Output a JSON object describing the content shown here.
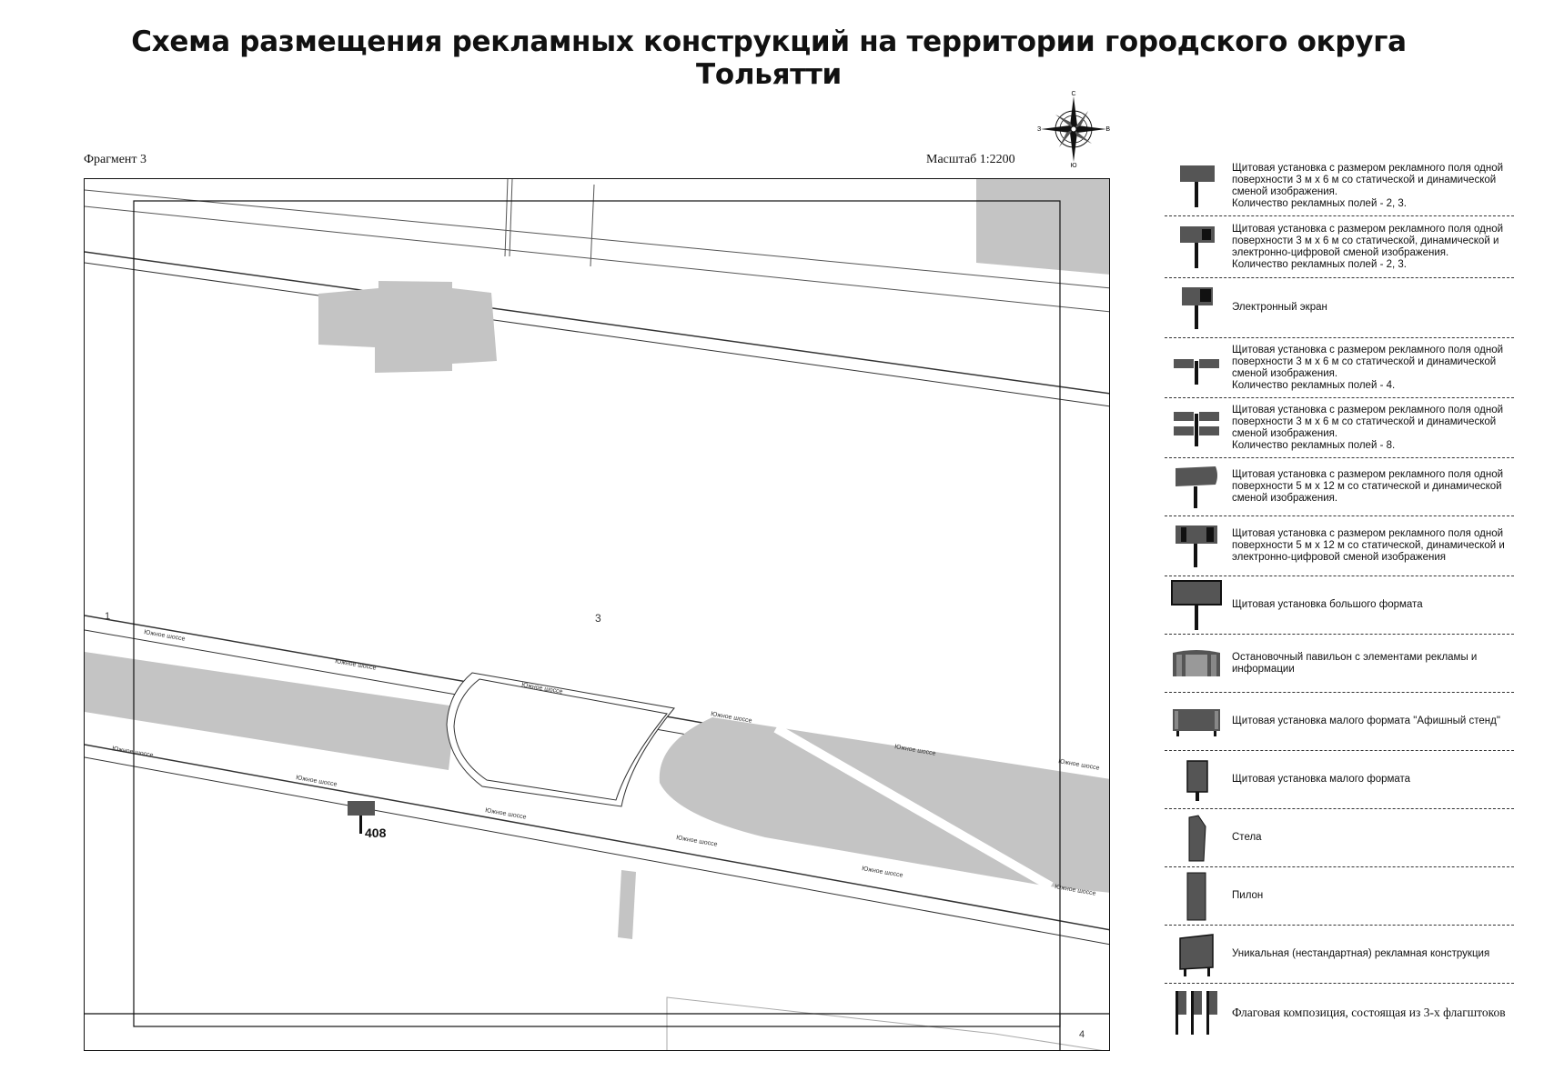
{
  "page": {
    "title": "Схема размещения рекламных конструкций на территории городского округа Тольятти",
    "fragment_label": "Фрагмент 3",
    "scale_label": "Масштаб 1:2200"
  },
  "compass": {
    "north": "С",
    "south": "Ю",
    "west": "З",
    "east": "В"
  },
  "map": {
    "parcel_labels": [
      "1",
      "3",
      "4"
    ],
    "road_name": "Южное шоссе",
    "marker": {
      "number": "408",
      "type": "billboard-3x6"
    },
    "colors": {
      "fill": "#c4c4c4",
      "line": "#111111"
    }
  },
  "legend": [
    {
      "icon": "billboard-3x6-icon",
      "text": "Щитовая установка с размером рекламного поля одной поверхности 3 м х 6 м со статической и динамической сменой изображения.\nКоличество рекламных полей - 2, 3."
    },
    {
      "icon": "billboard-3x6-digital-icon",
      "text": "Щитовая установка с размером рекламного поля одной поверхности 3 м х 6 м со статической, динамической и электронно-цифровой сменой изображения.\nКоличество рекламных полей - 2, 3."
    },
    {
      "icon": "electronic-screen-icon",
      "text": "Электронный экран"
    },
    {
      "icon": "billboard-4-fields-icon",
      "text": "Щитовая установка с размером рекламного поля одной поверхности 3 м х 6 м со статической и динамической сменой изображения.\nКоличество рекламных полей - 4."
    },
    {
      "icon": "billboard-8-fields-icon",
      "text": "Щитовая установка с размером рекламного поля одной поверхности 3 м х 6 м со статической и динамической сменой изображения.\nКоличество рекламных полей - 8."
    },
    {
      "icon": "billboard-5x12-icon",
      "text": "Щитовая установка с размером рекламного поля одной поверхности 5 м х 12 м со статической и динамической сменой изображения."
    },
    {
      "icon": "billboard-5x12-digital-icon",
      "text": "Щитовая установка с размером рекламного поля одной поверхности 5 м х 12 м со статической, динамической и электронно-цифровой сменой изображения"
    },
    {
      "icon": "large-format-billboard-icon",
      "text": "Щитовая установка большого формата"
    },
    {
      "icon": "bus-stop-pavilion-icon",
      "text": "Остановочный павильон с элементами рекламы и информации"
    },
    {
      "icon": "poster-stand-icon",
      "text": "Щитовая установка малого формата \"Афишный стенд\""
    },
    {
      "icon": "small-format-billboard-icon",
      "text": "Щитовая установка малого формата"
    },
    {
      "icon": "stele-icon",
      "text": "Стела"
    },
    {
      "icon": "pylon-icon",
      "text": "Пилон"
    },
    {
      "icon": "unique-structure-icon",
      "text": "Уникальная (нестандартная) рекламная конструкция"
    },
    {
      "icon": "flag-composition-icon",
      "text": "Флаговая композиция, состоящая из 3-х флагштоков"
    }
  ]
}
